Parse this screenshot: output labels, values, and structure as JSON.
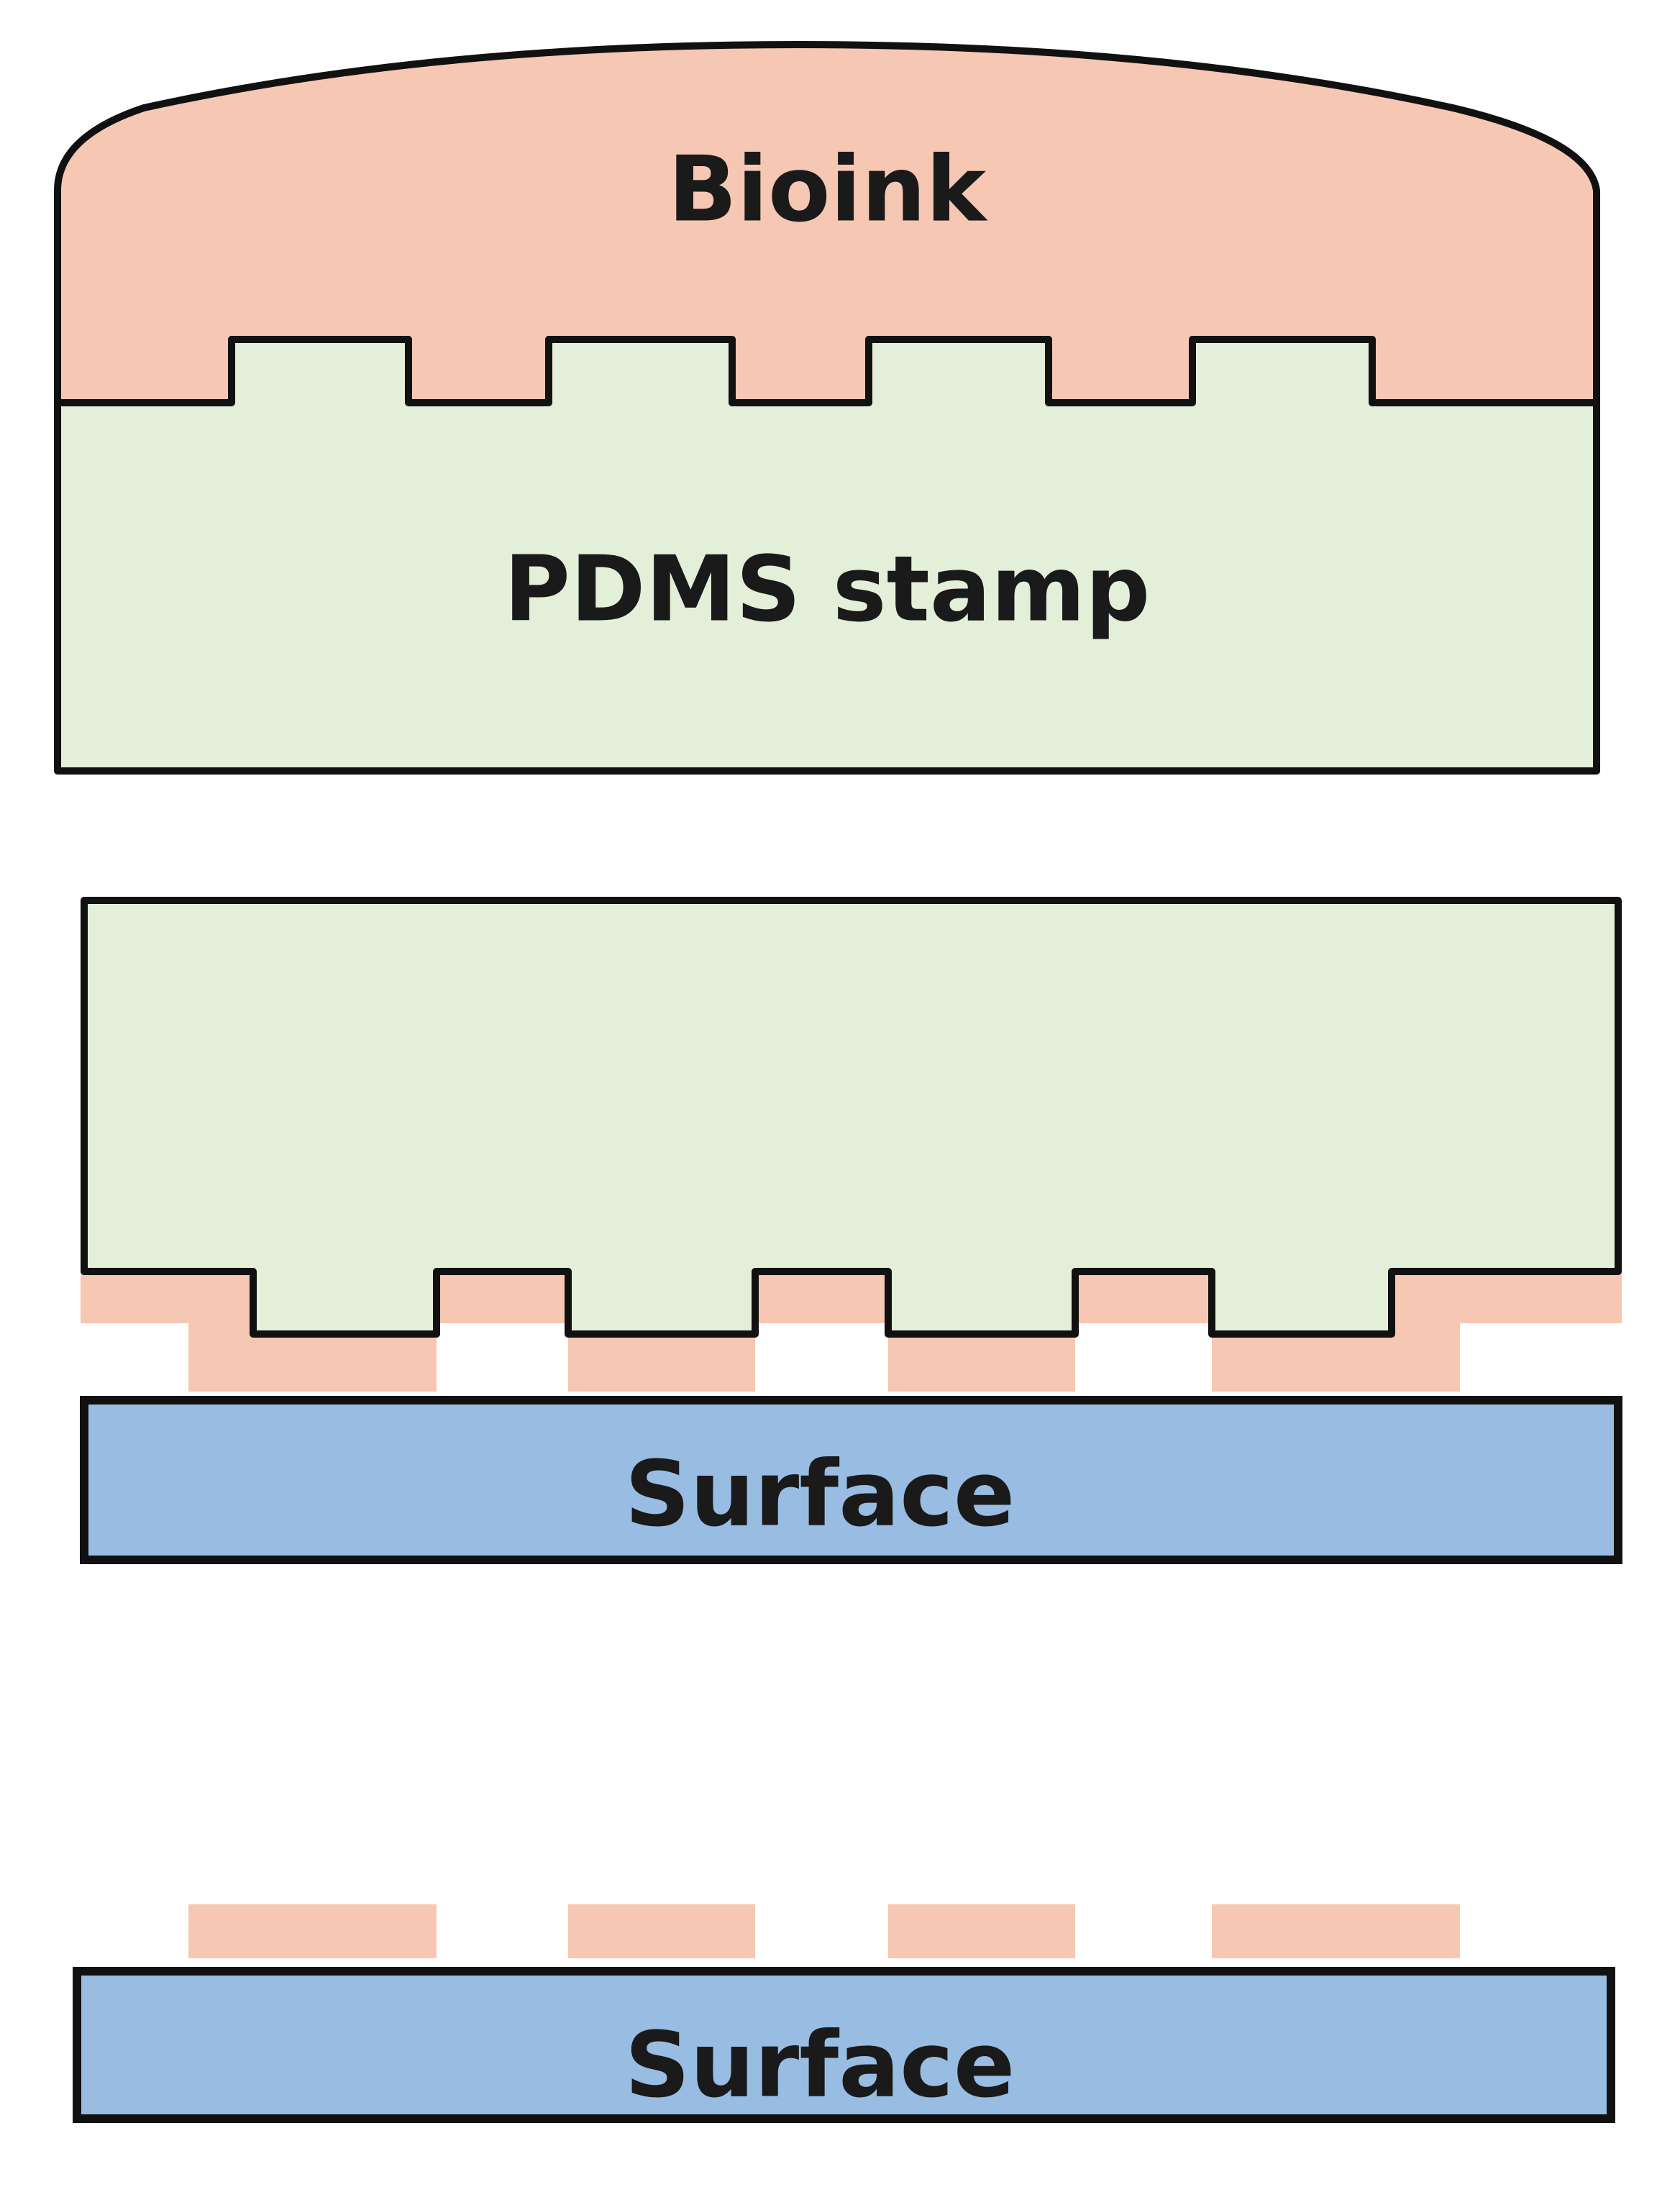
{
  "labels": {
    "bioink": "Bioink",
    "stamp": "PDMS stamp",
    "surface_middle": "Surface",
    "surface_bottom": "Surface"
  },
  "colors": {
    "bioink": "#f6c8b4",
    "stamp": "#e3efd9",
    "surface": "#99bde2",
    "outline": "#111111",
    "background": "#ffffff"
  }
}
